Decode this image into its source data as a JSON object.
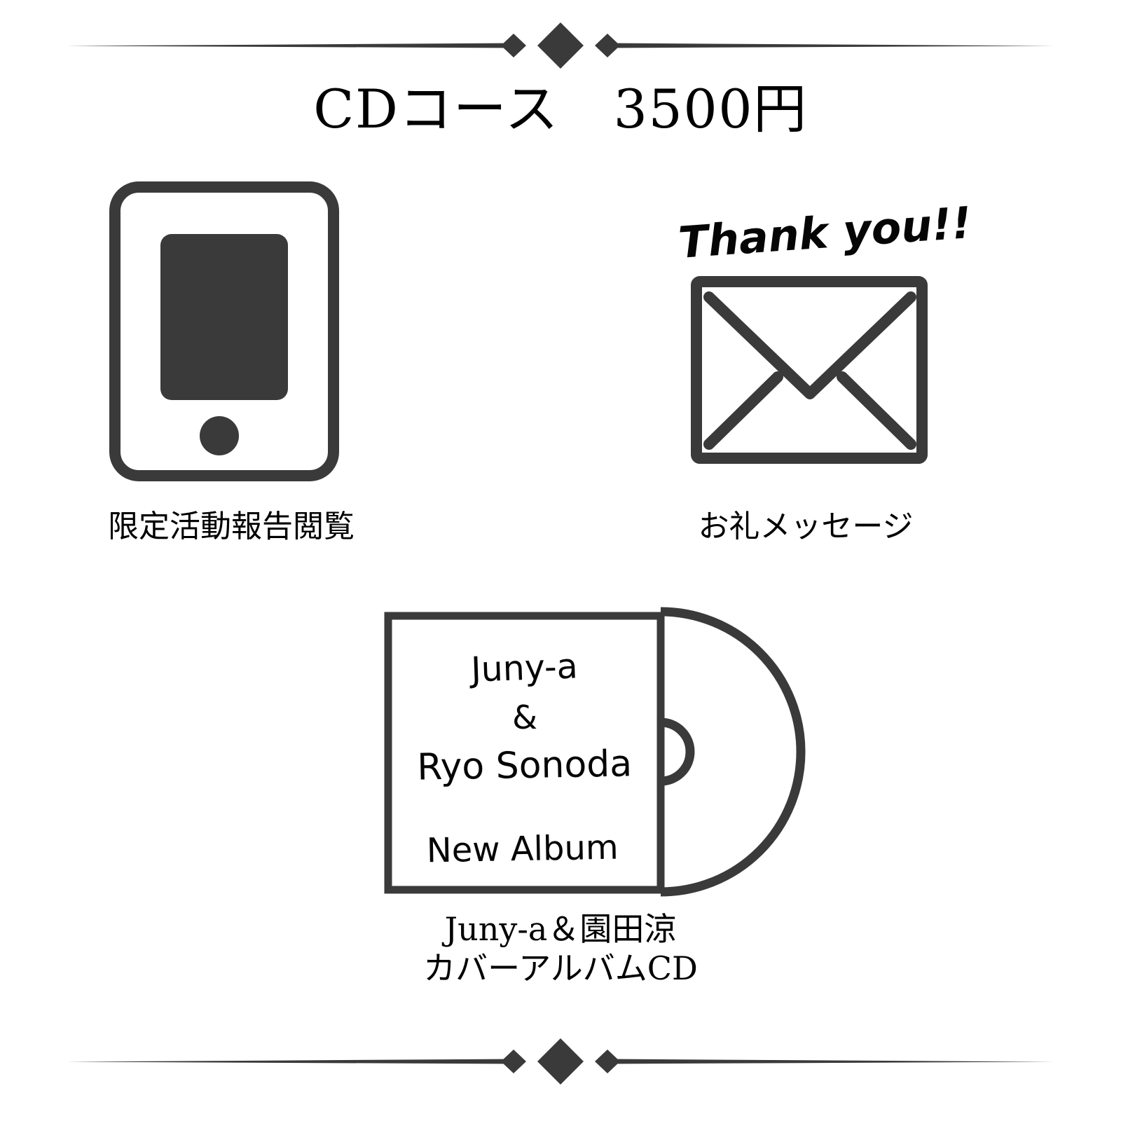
{
  "page": {
    "title_line": "CDコース　3500円",
    "course_name": "CDコース",
    "price": "3500円",
    "price_value": 3500,
    "currency": "円",
    "background_color": "#ffffff",
    "icon_color": "#3a3a3a",
    "text_color": "#000000",
    "divider_color": "#3a3a3a"
  },
  "dividers": {
    "top": {
      "name": "ornamental-divider-top",
      "diamond_count": 3
    },
    "bottom": {
      "name": "ornamental-divider-bottom",
      "diamond_count": 3
    }
  },
  "rewards": [
    {
      "icon": "tablet-icon",
      "caption": "限定活動報告閲覧",
      "overlay_text": ""
    },
    {
      "icon": "envelope-icon",
      "caption": "お礼メッセージ",
      "overlay_text": "Thank you!!"
    },
    {
      "icon": "cd-case-icon",
      "caption": "Juny-a＆園田涼\nカバーアルバムCD",
      "caption_line1": "Juny-a＆園田涼",
      "caption_line2": "カバーアルバムCD",
      "cd_cover": {
        "artist_line1": "Juny-a",
        "ampersand": "&",
        "artist_line2": "Ryo Sonoda",
        "album_label": "New Album"
      }
    }
  ]
}
